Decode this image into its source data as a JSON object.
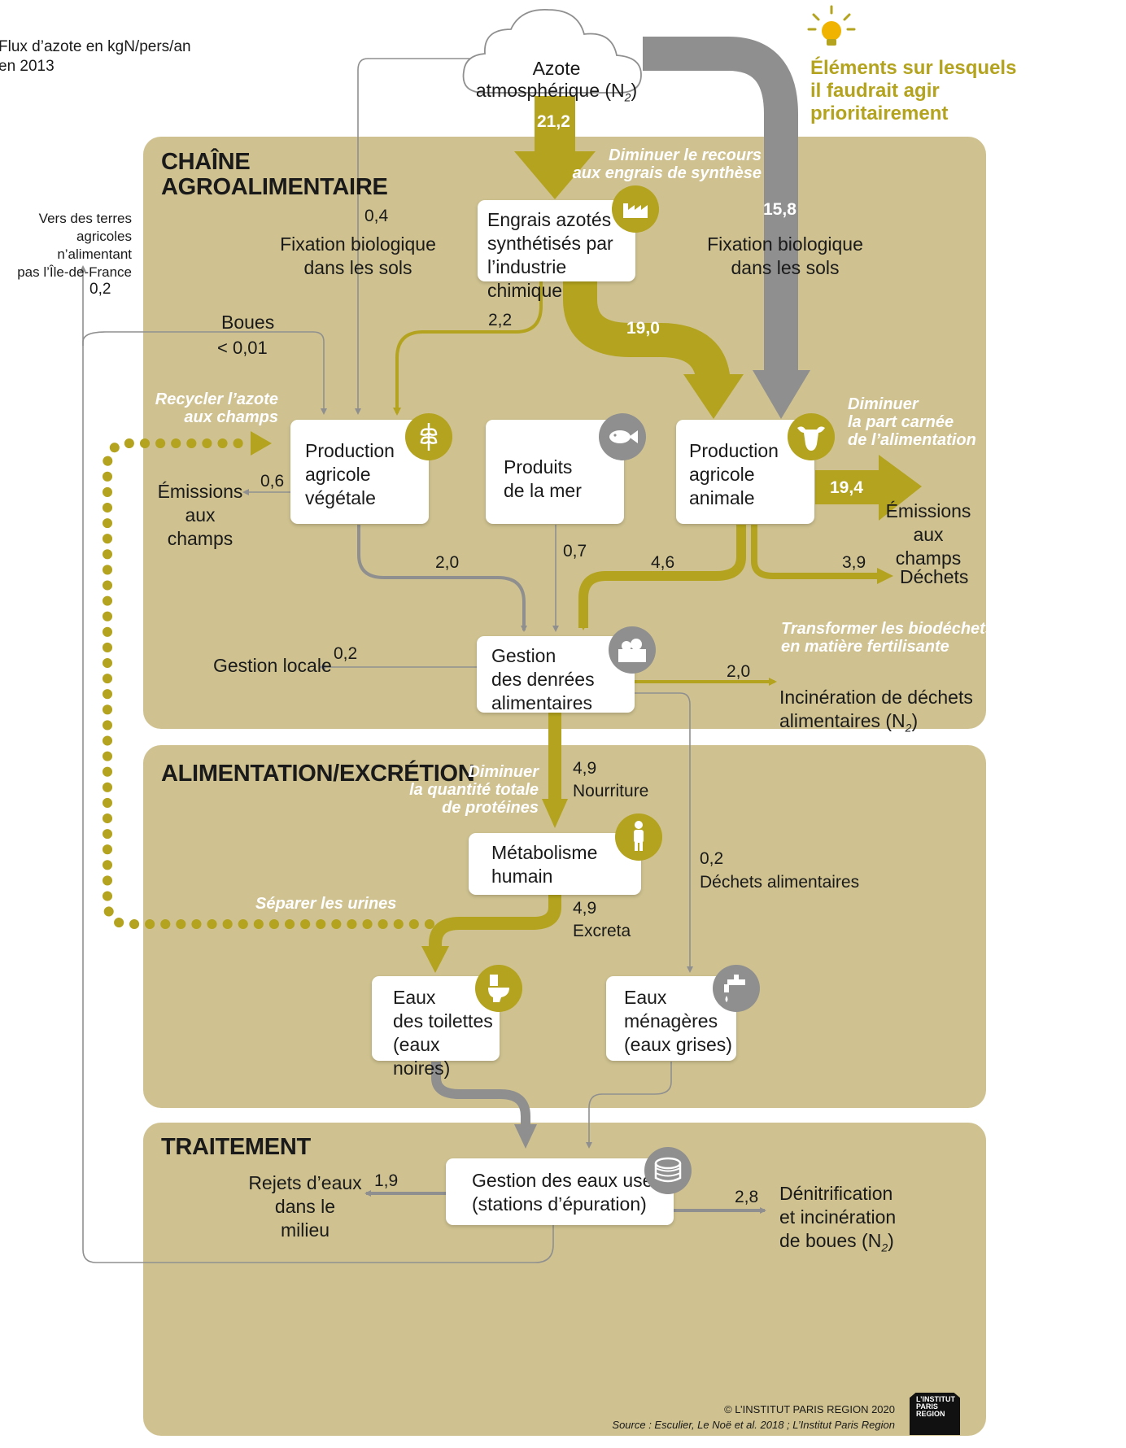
{
  "subtitle": "Flux d’azote en kgN/pers/an\nen 2013",
  "legend": {
    "text": "Éléments sur lesquels\nil faudrait agir\nprioritairement",
    "icon": "lightbulb-icon"
  },
  "colors": {
    "olive": "#b3a31f",
    "grey": "#8f8f8f",
    "panel": "#cfc290"
  },
  "source_node": {
    "label": "Azote\natmosphérique (N",
    "sub": "2",
    "close": ")"
  },
  "panels": {
    "chain": "CHAÎNE\nAGROALIMENTAIRE",
    "food": "ALIMENTATION/EXCRÉTION",
    "treatment": "TRAITEMENT"
  },
  "nodes": {
    "fertilizer": "Engrais azotés\nsynthétisés par\nl’industrie chimique",
    "veg": "Production\nagricole\nvégétale",
    "sea": "Produits\nde la mer",
    "animal": "Production\nagricole\nanimale",
    "food_mgmt": "Gestion\ndes denrées\nalimentaires",
    "metabolism": "Métabolisme\nhumain",
    "blackwater": "Eaux\ndes toilettes\n(eaux noires)",
    "greywater": "Eaux\nménagères\n(eaux grises)",
    "wastewater": "Gestion des eaux usées\n(stations d’épuration)"
  },
  "labels": {
    "fixation_left": "Fixation biologique\ndans les sols",
    "fixation_right": "Fixation biologique\ndans les sols",
    "boues": "Boues",
    "lands": "Vers des terres\nagricoles n’alimentant\npas l’Île-de-France",
    "emissions_left": "Émissions\naux champs",
    "emissions_right": "Émissions\naux champs",
    "dechets": "Déchets",
    "gestion_locale": "Gestion locale",
    "incineration": "Incinération de déchets\nalimentaires (N",
    "incineration_sub": "2",
    "nourriture": "Nourriture",
    "excreta": "Excreta",
    "dechets_alim": "Déchets alimentaires",
    "rejets": "Rejets d’eaux\ndans le milieu",
    "denitrif": "Dénitrification\net incinération\nde boues (N",
    "denitrif_sub": "2"
  },
  "values": {
    "v21_2": "21,2",
    "v15_8": "15,8",
    "v19_0": "19,0",
    "v19_4": "19,4",
    "v0_4": "0,4",
    "v0_2_lands": "0,2",
    "v_boues": "< 0,01",
    "v2_2": "2,2",
    "v0_6": "0,6",
    "v2_0_veg": "2,0",
    "v0_7": "0,7",
    "v4_6": "4,6",
    "v3_9": "3,9",
    "v0_2_local": "0,2",
    "v2_0_incin": "2,0",
    "v4_9_food": "4,9",
    "v0_2_waste": "0,2",
    "v4_9_excreta": "4,9",
    "v1_9": "1,9",
    "v2_8": "2,8"
  },
  "actions": {
    "engrais": "Diminuer le recours\naux engrais de synthèse",
    "recycler": "Recycler l’azote\naux champs",
    "carnee": "Diminuer\nla part carnée\nde l’alimentation",
    "biodechets": "Transformer les biodéchets\nen matière fertilisante",
    "proteines": "Diminuer\nla quantité totale\nde protéines",
    "urines": "Séparer les urines"
  },
  "icons": {
    "fertilizer": "factory-icon",
    "veg": "wheat-icon",
    "sea": "fish-icon",
    "animal": "cow-icon",
    "food_mgmt": "food-basket-icon",
    "metabolism": "person-icon",
    "blackwater": "toilet-icon",
    "greywater": "faucet-icon",
    "wastewater": "treatment-tank-icon"
  },
  "credits": {
    "copyright": "© L’INSTITUT PARIS REGION 2020",
    "source": "Source : Esculier, Le Noë et al. 2018 ; L’Institut Paris Region",
    "logo": "L’INSTITUT\nPARIS\nREGION"
  }
}
